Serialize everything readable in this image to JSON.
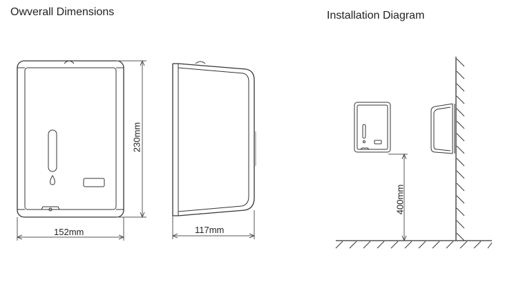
{
  "titles": {
    "overall": "Owverall Dimensions",
    "installation": "Installation Diagram"
  },
  "dimensions": {
    "height": "230mm",
    "width": "152mm",
    "depth": "117mm",
    "install_height": "400mm"
  },
  "colors": {
    "line": "#333333",
    "light": "#777777"
  }
}
